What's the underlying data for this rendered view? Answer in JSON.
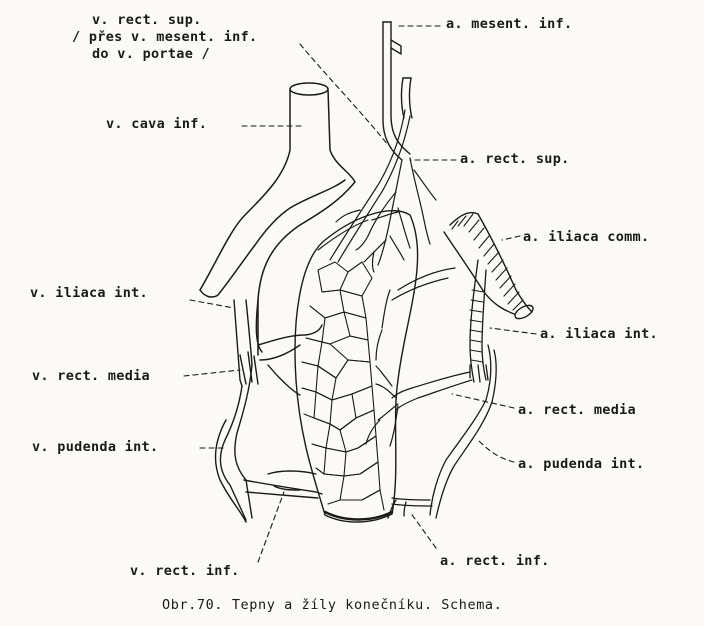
{
  "labels": {
    "v_rect_sup_l1": "v. rect. sup.",
    "v_rect_sup_l2": "/ přes v. mesent. inf.",
    "v_rect_sup_l3": "do  v. portae  /",
    "a_mesent_inf": "a. mesent. inf.",
    "v_cava_inf": "v. cava inf.",
    "a_rect_sup": "a. rect. sup.",
    "a_iliaca_comm": "a. iliaca  comm.",
    "v_iliaca_int": "v. iliaca  int.",
    "a_iliaca_int": "a. iliaca  int.",
    "v_rect_media": "v. rect. media",
    "a_rect_media": "a. rect. media",
    "v_pudenda_int": "v. pudenda int.",
    "a_pudenda_int": "a. pudenda int.",
    "a_rect_inf": "a. rect. inf.",
    "v_rect_inf": "v. rect. inf."
  },
  "caption": "Obr.70. Tepny a žíly konečníku. Schema.",
  "colors": {
    "ink": "#1a1a1a",
    "paper": "#fbfaf6"
  }
}
